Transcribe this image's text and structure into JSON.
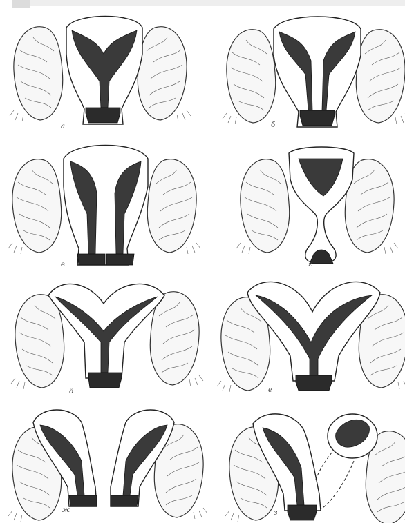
{
  "window": {
    "toolbar_visible": true
  },
  "figure": {
    "panels": [
      {
        "id": "a",
        "caption": "а",
        "variant": "normal"
      },
      {
        "id": "b",
        "caption": "б",
        "variant": "arcuate"
      },
      {
        "id": "v",
        "caption": "в",
        "variant": "septate-full"
      },
      {
        "id": "g",
        "caption": "г",
        "variant": "rudimentary-cervix"
      },
      {
        "id": "d",
        "caption": "д",
        "variant": "bicornuate"
      },
      {
        "id": "e",
        "caption": "е",
        "variant": "bicornuate-wide"
      },
      {
        "id": "zh",
        "caption": "ж",
        "variant": "didelphys"
      },
      {
        "id": "z",
        "caption": "з",
        "variant": "unicornuate-rudimentary-horn"
      }
    ]
  },
  "icons": {
    "tab": "toolbar-tab",
    "strip": "toolbar-strip"
  },
  "colors": {
    "ink": "#222222",
    "cavity": "#3a3a3a",
    "paper": "#ffffff"
  }
}
